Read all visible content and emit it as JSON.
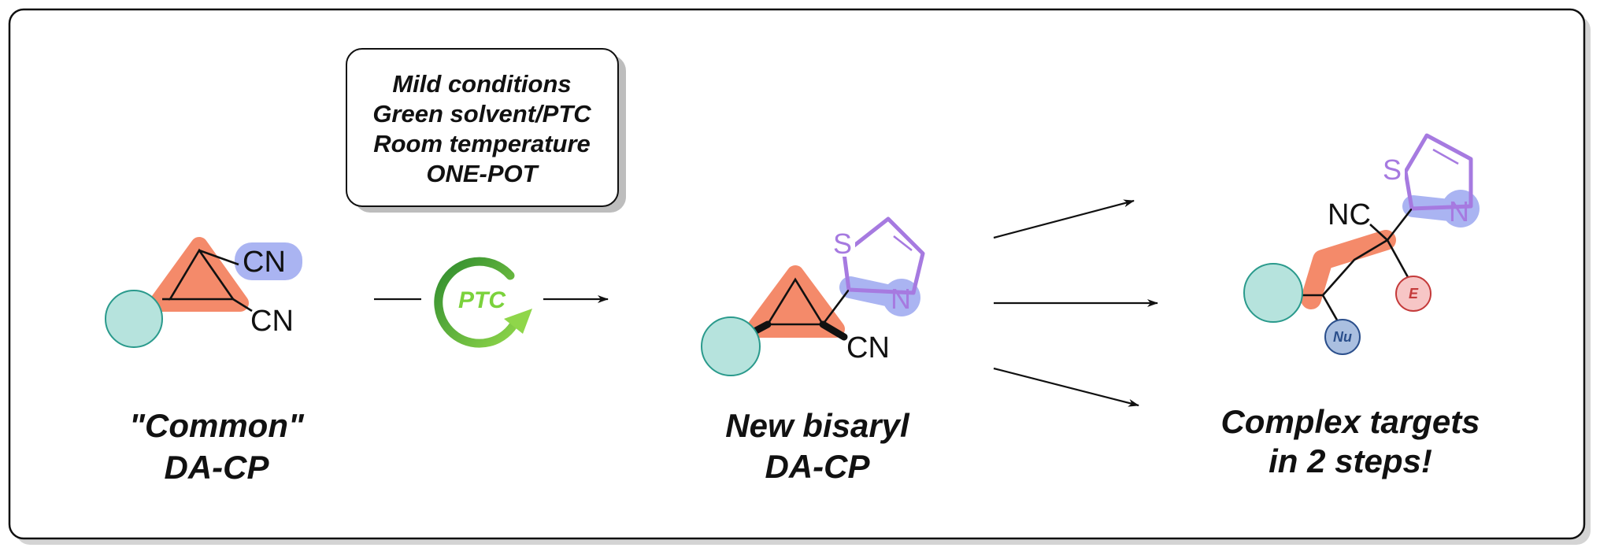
{
  "scheme": {
    "left": {
      "caption_line1": "\"Common\"",
      "caption_line2": "DA-CP",
      "cn_top": "CN",
      "cn_bottom": "CN"
    },
    "conditions": {
      "line1": "Mild conditions",
      "line2": "Green solvent/PTC",
      "line3": "Room temperature",
      "line4": "ONE-POT"
    },
    "catalyst_label": "PTC",
    "middle": {
      "caption_line1": "New bisaryl",
      "caption_line2": "DA-CP",
      "atom_s": "S",
      "atom_n": "N",
      "cn": "CN"
    },
    "right": {
      "caption_line1": "Complex targets",
      "caption_line2": "in 2 steps!",
      "atom_s": "S",
      "atom_n": "N",
      "nc": "NC",
      "nu": "Nu",
      "e": "E"
    }
  },
  "colors": {
    "teal_circle": "#b6e3dd",
    "teal_stroke": "#2a9a8c",
    "orange_highlight": "#f48a6a",
    "blue_highlight": "#aab4f2",
    "purple_ring": "#a67ae0",
    "green_arrow": "#3aa53a",
    "nu_fill": "#aabfe0",
    "nu_stroke": "#2b4f8c",
    "e_fill": "#f7c6c6",
    "e_stroke": "#c43a3a"
  }
}
